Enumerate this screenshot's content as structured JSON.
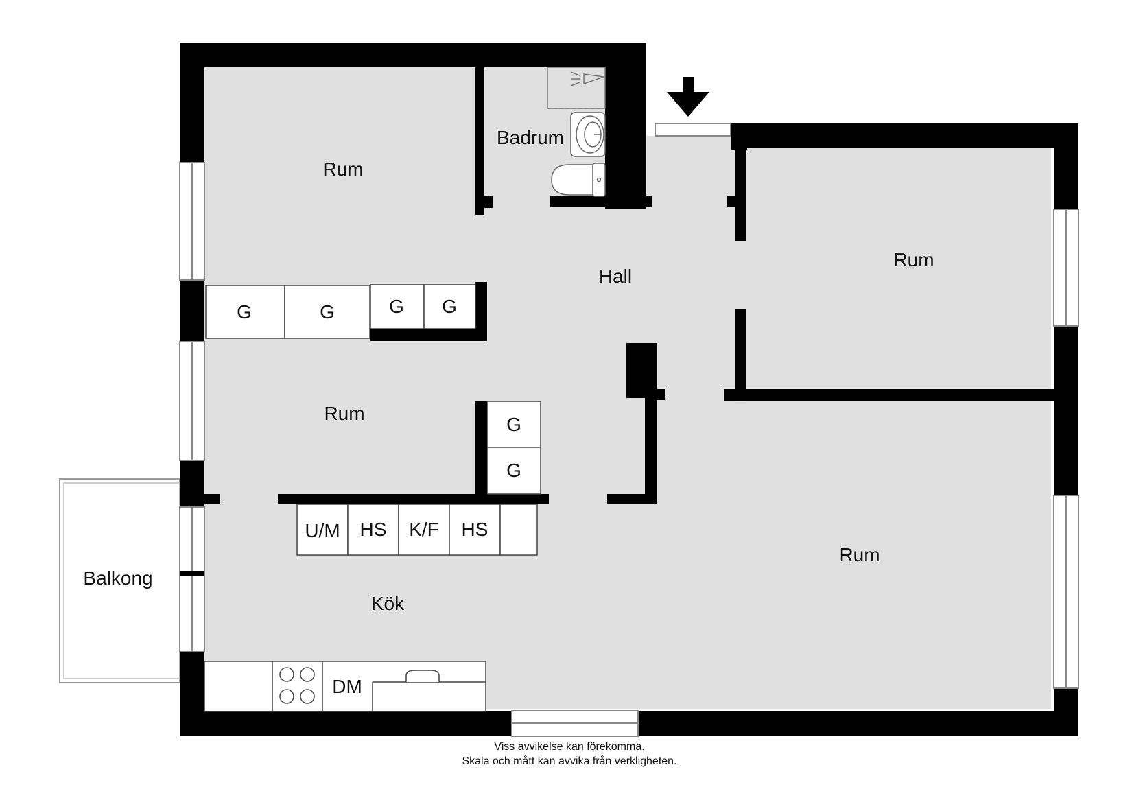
{
  "colors": {
    "wall": "#000000",
    "floor": "#e0e0e0",
    "cabinet": "#ffffff",
    "background": "#ffffff"
  },
  "icons": [
    "entrance-arrow-icon",
    "shower-icon",
    "sink-icon",
    "toilet-icon",
    "stove-icon",
    "kitchen-sink-icon"
  ],
  "rooms": {
    "rum_top_left": "Rum",
    "badrum": "Badrum",
    "hall": "Hall",
    "rum_right_upper": "Rum",
    "rum_middle_left": "Rum",
    "rum_right_lower": "Rum",
    "balkong": "Balkong",
    "kok": "Kök"
  },
  "fixtures": {
    "wardrobe_1": "G",
    "wardrobe_2": "G",
    "wardrobe_3": "G",
    "wardrobe_4": "G",
    "wardrobe_5": "G",
    "wardrobe_6": "G",
    "um": "U/M",
    "hs_1": "HS",
    "kf": "K/F",
    "hs_2": "HS",
    "dm": "DM"
  },
  "disclaimer": {
    "line1": "Viss avvikelse kan förekomma.",
    "line2": "Skala och mått kan avvika från verkligheten."
  }
}
